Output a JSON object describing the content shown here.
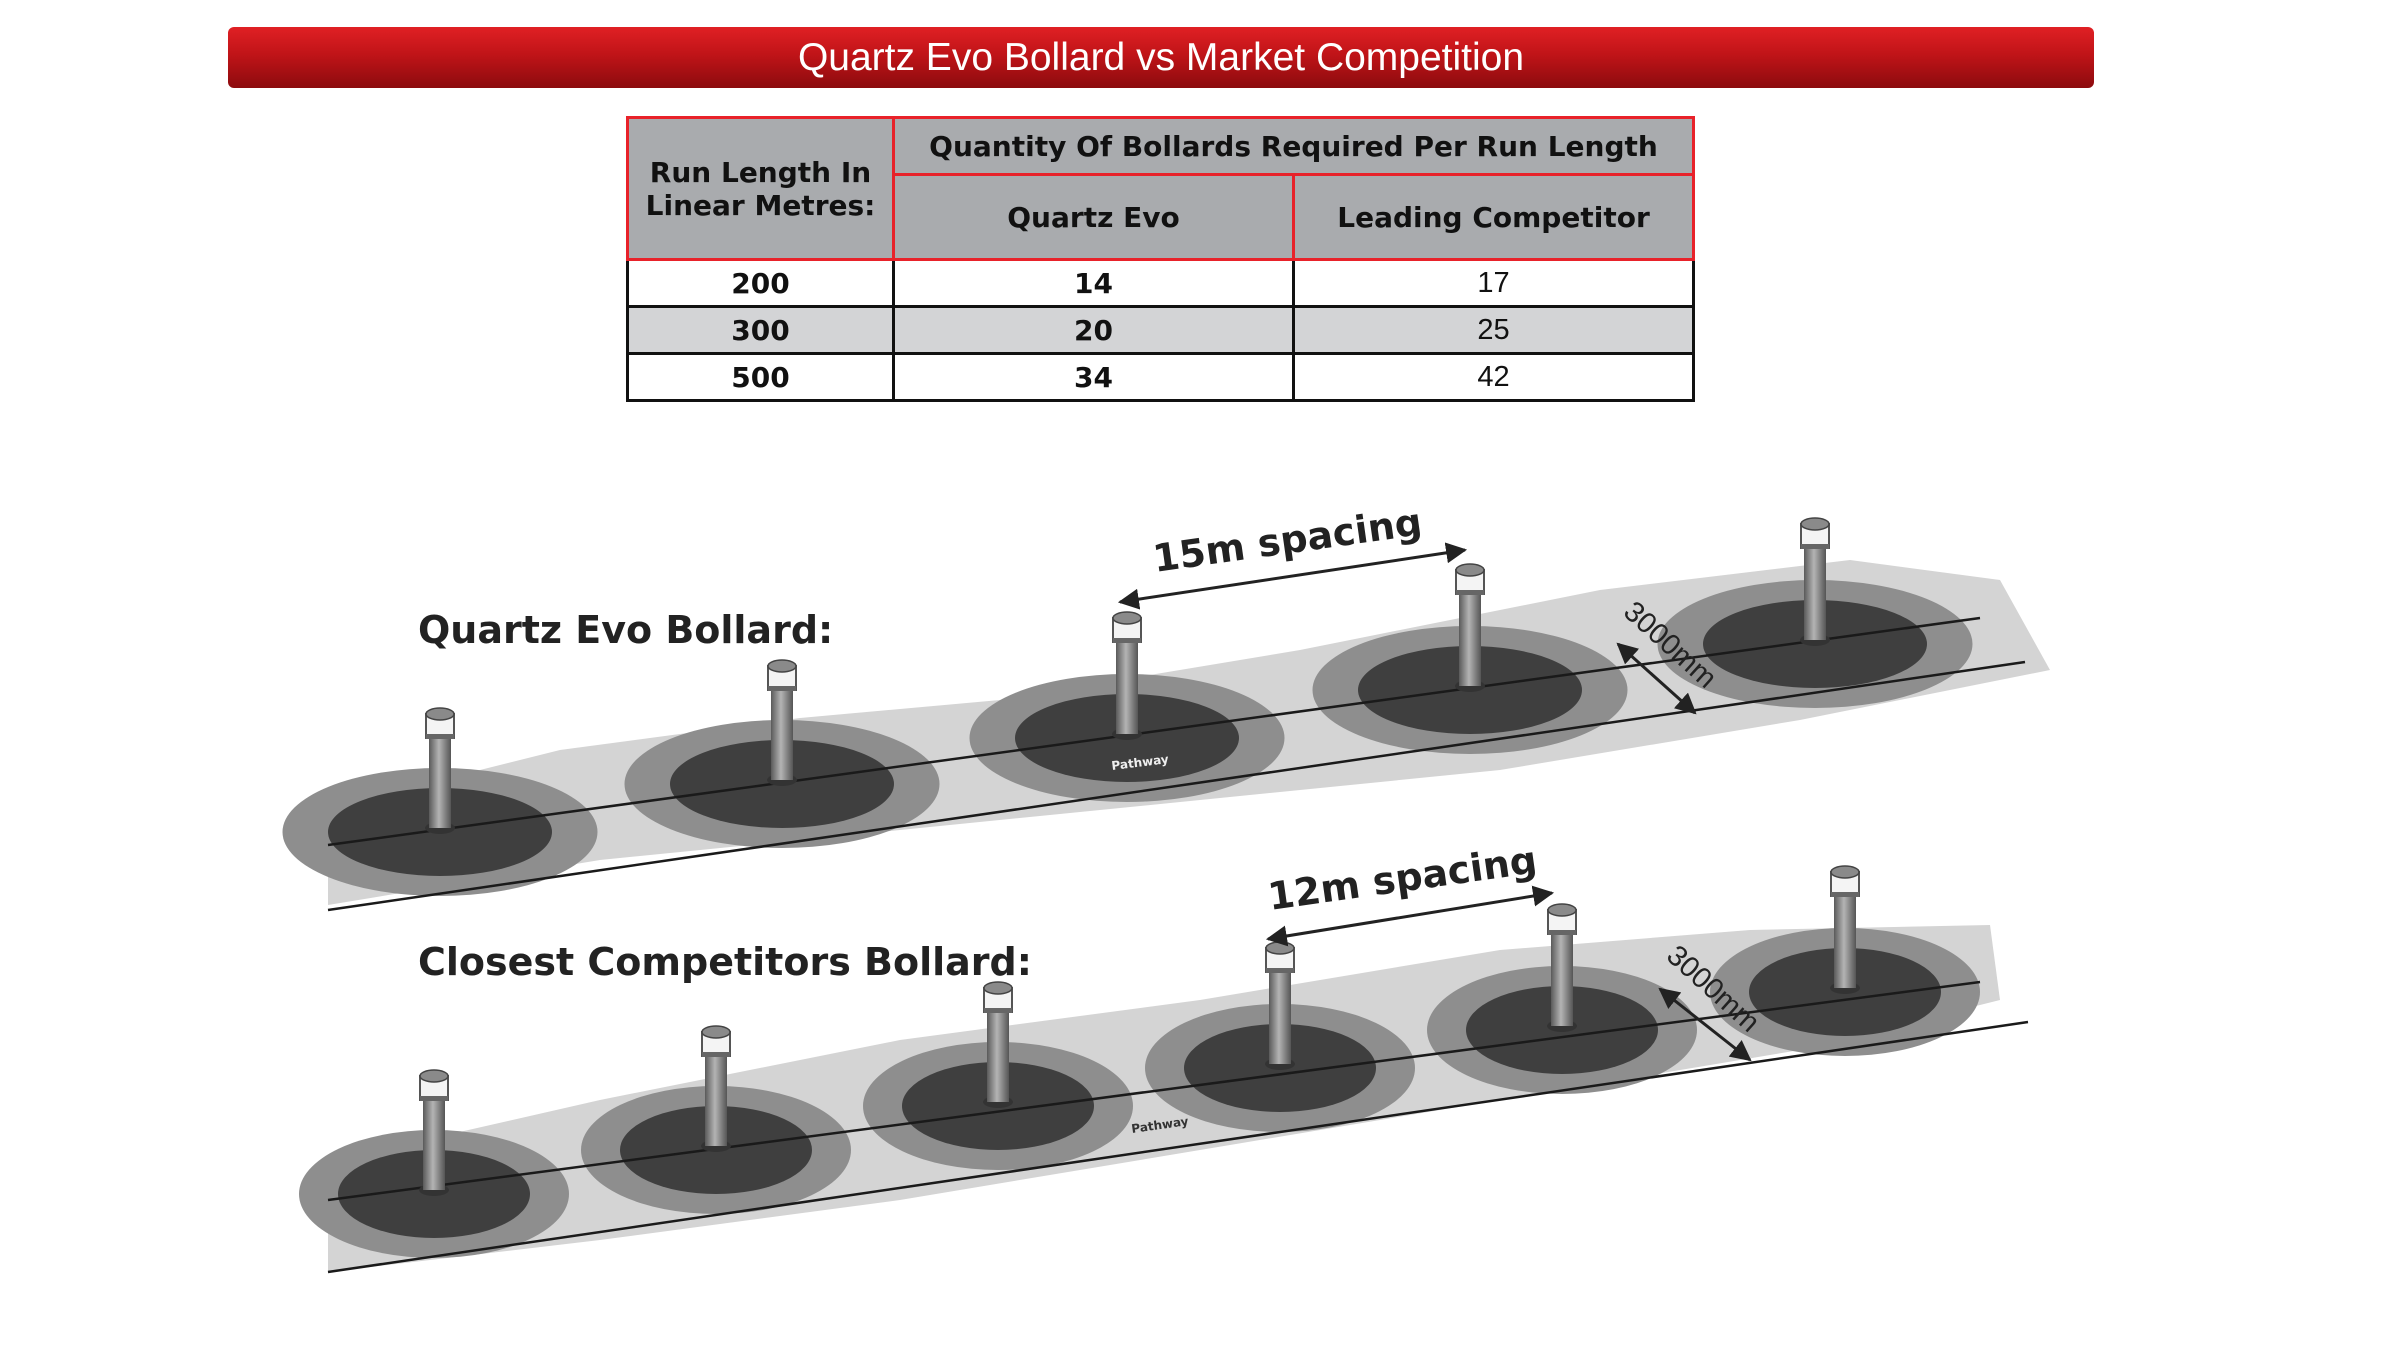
{
  "header": {
    "title": "Quartz Evo Bollard vs Market Competition"
  },
  "table": {
    "col1_header": "Run Length In Linear Metres:",
    "group_header": "Quantity Of Bollards Required Per Run Length",
    "col2_header": "Quartz Evo",
    "col3_header": "Leading Competitor",
    "rows": [
      {
        "run_length": "200",
        "quartz_evo": "14",
        "competitor": "17"
      },
      {
        "run_length": "300",
        "quartz_evo": "20",
        "competitor": "25"
      },
      {
        "run_length": "500",
        "quartz_evo": "34",
        "competitor": "42"
      }
    ]
  },
  "diagram": {
    "quartz": {
      "label": "Quartz Evo Bollard:",
      "spacing": "15m spacing",
      "width": "3000mm",
      "pathway": "Pathway",
      "bollard_count": 5
    },
    "competitor": {
      "label": "Closest Competitors Bollard:",
      "spacing": "12m spacing",
      "width": "3000mm",
      "pathway": "Pathway",
      "bollard_count": 6
    }
  },
  "colors": {
    "banner": "#c01418",
    "table_header_border": "#e8222a",
    "table_header_bg": "#a9abae",
    "alt_row": "#d3d4d6"
  }
}
